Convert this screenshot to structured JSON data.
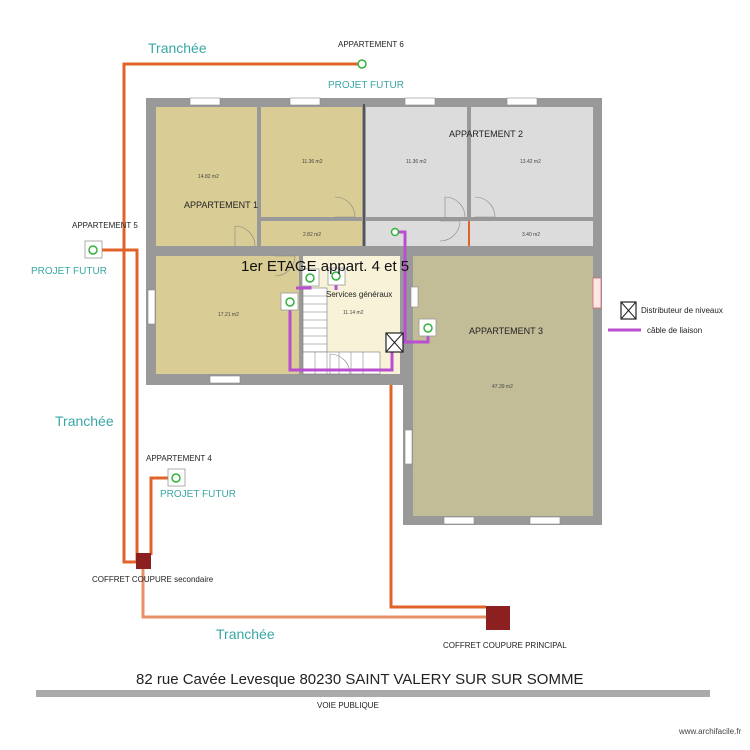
{
  "colors": {
    "trench": "#e0632a",
    "trench_light": "#e89068",
    "cable": "#b84fd0",
    "wall": "#999999",
    "room_yellow": "#d9cc94",
    "room_olive": "#c2bd97",
    "room_gray": "#dcdcdc",
    "room_cream": "#f8f3d8",
    "teal_text": "#3aa7a5",
    "green_marker": "#31b33b",
    "box_red": "#8c1f1f"
  },
  "labels": {
    "tranchee_top": "Tranchée",
    "tranchee_left": "Tranchée",
    "tranchee_bottom": "Tranchée",
    "appartement6": "APPARTEMENT 6",
    "appartement5": "APPARTEMENT 5",
    "appartement4": "APPARTEMENT 4",
    "projet_futur_6": "PROJET FUTUR",
    "projet_futur_5": "PROJET FUTUR",
    "projet_futur_4": "PROJET FUTUR",
    "appartement1": "APPARTEMENT 1",
    "appartement2": "APPARTEMENT 2",
    "appartement3": "APPARTEMENT 3",
    "floor_title": "1er ETAGE appart. 4 et 5",
    "services": "Services généraux",
    "coffret_secondaire": "COFFRET COUPURE secondaire",
    "coffret_principal": "COFFRET COUPURE PRINCIPAL",
    "address": "82 rue Cavée Levesque 80230 SAINT VALERY SUR SUR SOMME",
    "voie": "VOIE PUBLIQUE",
    "watermark": "www.archifacile.fr"
  },
  "legend": {
    "distributeur": "Distributeur de niveaux",
    "cable": "câble de liaison"
  },
  "areas": {
    "a1_left": "14.82 m2",
    "a1_right": "11.36 m2",
    "a2_left": "11.36 m2",
    "a2_right": "13.42 m2",
    "corridor_left": "2.82 m2",
    "corridor_right": "3.40 m2",
    "room_sw": "17.21 m2",
    "services": "11.14 m2",
    "a3": "47.39 m2"
  }
}
